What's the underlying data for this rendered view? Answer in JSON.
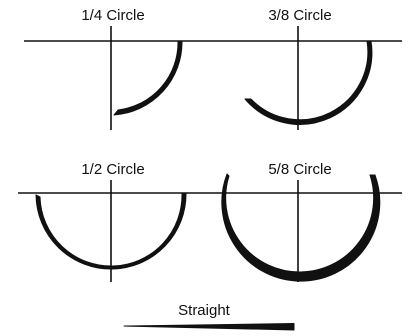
{
  "needle_curvatures": [
    {
      "label": "1/4 Circle",
      "fraction_of_circle": 0.25
    },
    {
      "label": "3/8 Circle",
      "fraction_of_circle": 0.375
    },
    {
      "label": "1/2 Circle",
      "fraction_of_circle": 0.5
    },
    {
      "label": "5/8 Circle",
      "fraction_of_circle": 0.625
    },
    {
      "label": "Straight",
      "fraction_of_circle": 0
    }
  ],
  "colors": {
    "ink": "#111111",
    "background": "#ffffff"
  }
}
